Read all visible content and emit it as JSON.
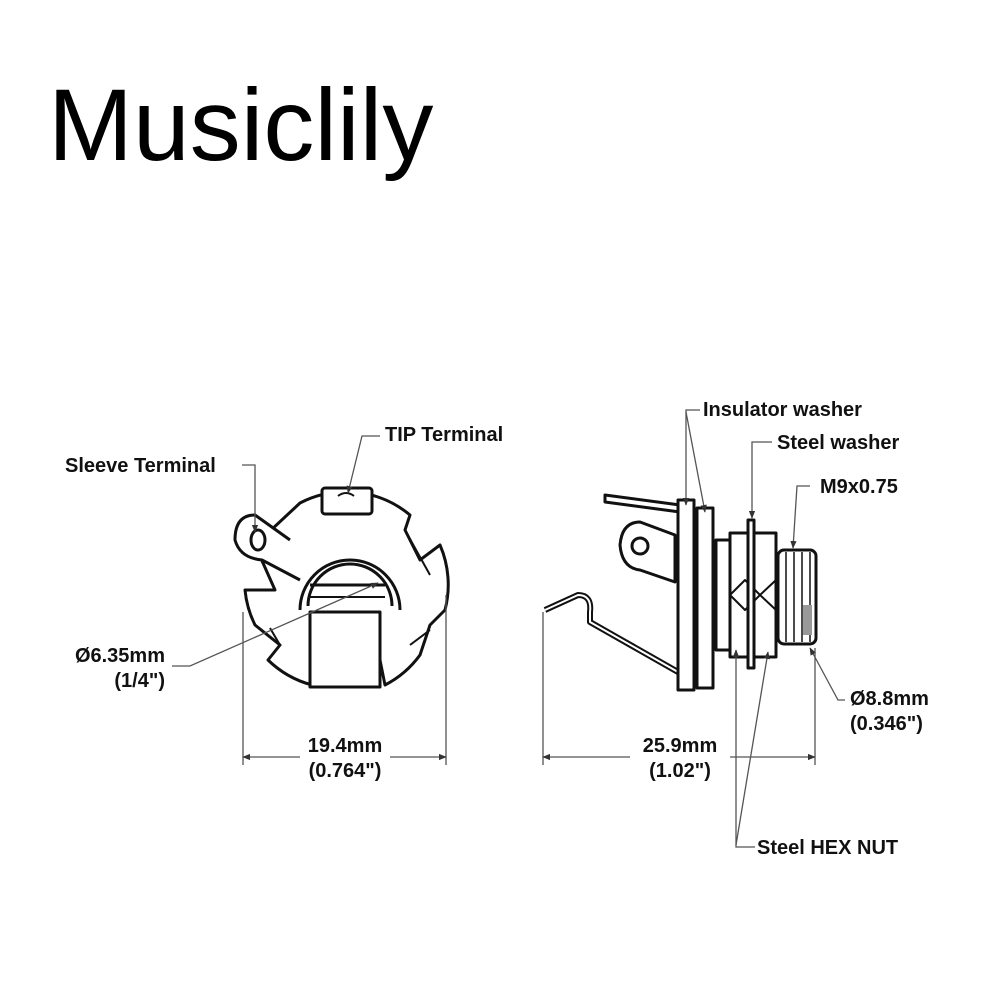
{
  "brand": {
    "title": "Musiclily"
  },
  "front_view": {
    "labels": {
      "tip_terminal": "TIP Terminal",
      "sleeve_terminal": "Sleeve Terminal",
      "bore_diameter_mm": "Ø6.35mm",
      "bore_diameter_in": "(1/4\")",
      "width_mm": "19.4mm",
      "width_in": "(0.764\")"
    }
  },
  "side_view": {
    "labels": {
      "insulator_washer": "Insulator washer",
      "steel_washer": "Steel washer",
      "thread": "M9x0.75",
      "thread_diameter_mm": "Ø8.8mm",
      "thread_diameter_in": "(0.346\")",
      "length_mm": "25.9mm",
      "length_in": "(1.02\")",
      "hex_nut": "Steel HEX NUT"
    }
  },
  "colors": {
    "line": "#111111",
    "leader": "#555555",
    "background": "#ffffff"
  }
}
